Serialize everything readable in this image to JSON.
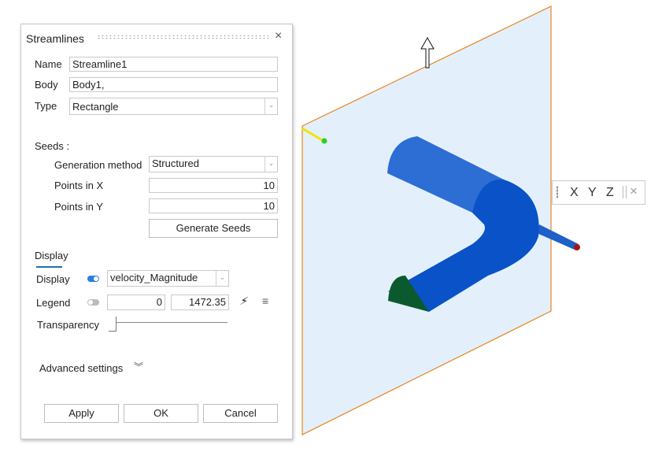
{
  "dialog": {
    "title": "Streamlines",
    "name_label": "Name",
    "name_value": "Streamline1",
    "body_label": "Body",
    "body_value": "Body1,",
    "type_label": "Type",
    "type_value": "Rectangle",
    "seeds_label": "Seeds :",
    "gen_label": "Generation method",
    "gen_value": "Structured",
    "px_label": "Points in X",
    "px_value": "10",
    "py_label": "Points in Y",
    "py_value": "10",
    "generate_label": "Generate Seeds",
    "display_tab": "Display",
    "display_label": "Display",
    "display_value": "velocity_Magnitude",
    "display_on": true,
    "legend_label": "Legend",
    "legend_on": false,
    "legend_min": "0",
    "legend_max": "1472.35",
    "transparency_label": "Transparency",
    "transparency": 0,
    "advanced_label": "Advanced settings",
    "apply": "Apply",
    "ok": "OK",
    "cancel": "Cancel"
  },
  "axis_toolbar": {
    "x": "X",
    "y": "Y",
    "z": "Z"
  },
  "colors": {
    "accent": "#2a7de1",
    "plane_edge": "#e8821e",
    "plane_fill": "#e3f0fb",
    "pipe": "#1f5fc8"
  }
}
